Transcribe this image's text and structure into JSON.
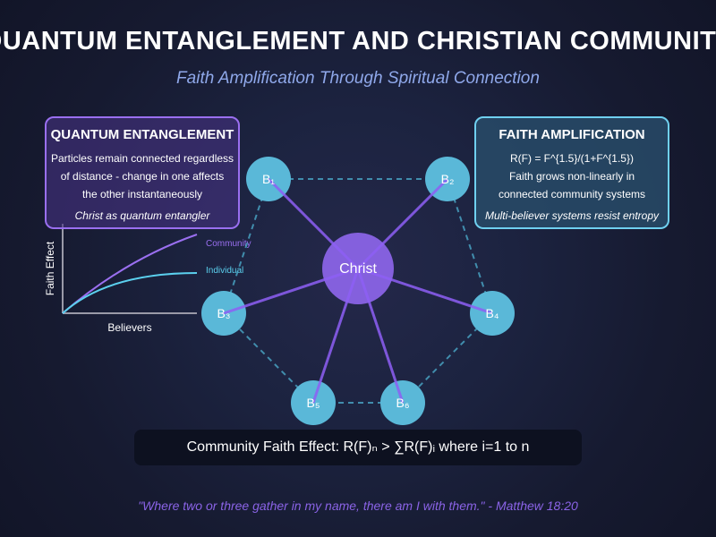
{
  "title": "QUANTUM ENTANGLEMENT AND CHRISTIAN COMMUNITY",
  "subtitle": "Faith Amplification Through Spiritual Connection",
  "left_box": {
    "heading": "QUANTUM ENTANGLEMENT",
    "lines": [
      "Particles remain connected regardless",
      "of distance - change in one affects",
      "the other instantaneously"
    ],
    "note": "Christ as quantum entangler"
  },
  "right_box": {
    "heading": "FAITH AMPLIFICATION",
    "lines": [
      "R(F) = F^{1.5}/(1+F^{1.5})",
      "Faith grows non-linearly in",
      "connected community systems"
    ],
    "note": "Multi-believer systems resist entropy"
  },
  "mini_chart": {
    "xlabel": "Believers",
    "ylabel": "Faith Effect",
    "series": [
      {
        "name": "Community"
      },
      {
        "name": "Individual"
      }
    ]
  },
  "network": {
    "center": "Christ",
    "believers": [
      "B₁",
      "B₂",
      "B₃",
      "B₄",
      "B₅",
      "B₆"
    ]
  },
  "formula": "Community Faith Effect: R(F)ₙ > ∑R(F)ᵢ where i=1 to n",
  "quote": "\"Where two or three gather in my name, there am I with them.\" - Matthew 18:20",
  "colors": {
    "purple": "#8a63e6",
    "cyan": "#5bc0de",
    "node": "#5ab8d8"
  }
}
